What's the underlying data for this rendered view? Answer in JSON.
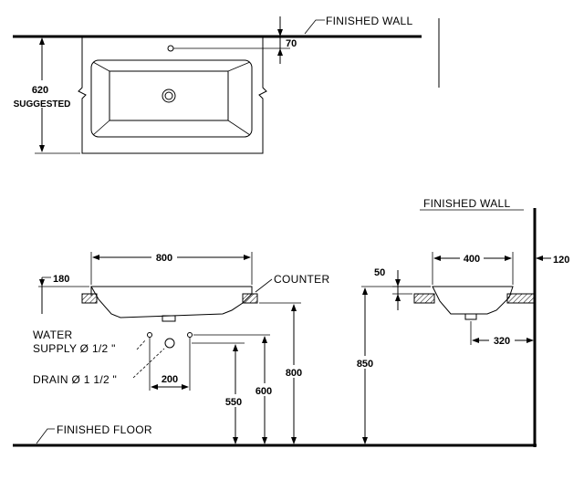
{
  "labels": {
    "finished_wall_top": "FINISHED  WALL",
    "finished_wall_side": "FINISHED  WALL",
    "finished_floor": "FINISHED  FLOOR",
    "counter": "COUNTER",
    "water_supply_line1": "WATER",
    "water_supply_line2": "SUPPLY Ø 1/2 \"",
    "drain": "DRAIN Ø 1 1/2 \"",
    "suggested": "SUGGESTED"
  },
  "dimensions": {
    "top_depth": "620",
    "wall_offset": "70",
    "width": "800",
    "rim_height": "180",
    "supply_spacing": "200",
    "drain_height": "550",
    "supply_height": "600",
    "counter_height_front": "800",
    "counter_height_side": "850",
    "side_depth": "400",
    "side_wall_gap": "120",
    "side_drain_offset": "320",
    "side_rim": "50"
  }
}
